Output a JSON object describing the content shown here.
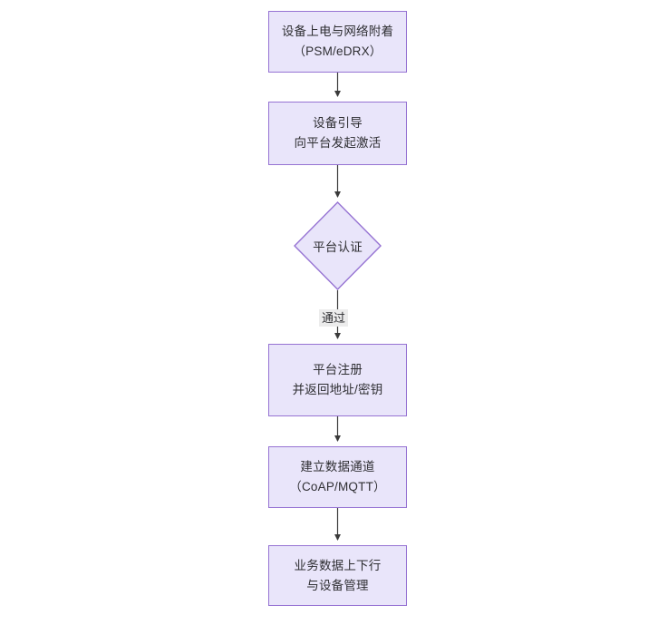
{
  "diagram": {
    "type": "flowchart",
    "orientation": "top-to-bottom",
    "background_color": "#ffffff",
    "node_fill_color": "#e9e5fa",
    "node_border_color": "#9673d3",
    "edge_color": "#3a3a3a",
    "text_color": "#2f2f33",
    "nodes": [
      {
        "id": "power",
        "shape": "rectangle",
        "line1": "设备上电与网络附着",
        "line2": "（PSM/eDRX）"
      },
      {
        "id": "bootstrap",
        "shape": "rectangle",
        "line1": "设备引导",
        "line2": "向平台发起激活"
      },
      {
        "id": "auth",
        "shape": "diamond",
        "line1": "平台认证",
        "line2": ""
      },
      {
        "id": "register",
        "shape": "rectangle",
        "line1": "平台注册",
        "line2": "并返回地址/密钥"
      },
      {
        "id": "channel",
        "shape": "rectangle",
        "line1": "建立数据通道",
        "line2": "（CoAP/MQTT）"
      },
      {
        "id": "data",
        "shape": "rectangle",
        "line1": "业务数据上下行",
        "line2": "与设备管理"
      }
    ],
    "edges": [
      {
        "from": "power",
        "to": "bootstrap",
        "label": ""
      },
      {
        "from": "bootstrap",
        "to": "auth",
        "label": ""
      },
      {
        "from": "auth",
        "to": "register",
        "label": "通过"
      },
      {
        "from": "register",
        "to": "channel",
        "label": ""
      },
      {
        "from": "channel",
        "to": "data",
        "label": ""
      }
    ]
  }
}
